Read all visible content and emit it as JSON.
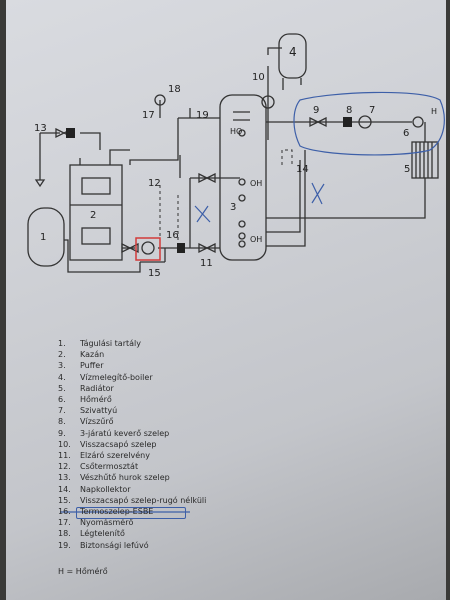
{
  "labels": {
    "n1": "1",
    "n2": "2",
    "n3": "3",
    "n4": "4",
    "n5": "5",
    "n6": "6",
    "n7": "7",
    "n8": "8",
    "n9": "9",
    "n10": "10",
    "n11": "11",
    "n12": "12",
    "n13": "13",
    "n14": "14",
    "n15": "15",
    "n16": "16",
    "n17": "17",
    "n18": "18",
    "n19": "19",
    "h": "H",
    "oh": "OH",
    "ho": "HO"
  },
  "legend": [
    {
      "num": "1.",
      "text": "Tágulási tartály"
    },
    {
      "num": "2.",
      "text": "Kazán"
    },
    {
      "num": "3.",
      "text": "Puffer"
    },
    {
      "num": "4.",
      "text": "Vízmelegítő-boiler"
    },
    {
      "num": "5.",
      "text": "Radiátor"
    },
    {
      "num": "6.",
      "text": "Hőmérő"
    },
    {
      "num": "7.",
      "text": "Szivattyú"
    },
    {
      "num": "8.",
      "text": "Vízszűrő"
    },
    {
      "num": "9.",
      "text": "3-járatú keverő szelep"
    },
    {
      "num": "10.",
      "text": "Visszacsapó szelep"
    },
    {
      "num": "11.",
      "text": "Elzáró szerelvény"
    },
    {
      "num": "12.",
      "text": "Csőtermosztát"
    },
    {
      "num": "13.",
      "text": "Vészhűtő hurok szelep"
    },
    {
      "num": "14.",
      "text": "Napkollektor"
    },
    {
      "num": "15.",
      "text": "Visszacsapó szelep-rugó nélküli"
    },
    {
      "num": "16.",
      "text": "Termoszelep-ESBE"
    },
    {
      "num": "17.",
      "text": "Nyomásmérő"
    },
    {
      "num": "18.",
      "text": "Légtelenítő"
    },
    {
      "num": "19.",
      "text": "Biztonsági lefúvó"
    }
  ],
  "note": "H = Hőmérő",
  "colors": {
    "ink": "#333333",
    "pen_blue": "#3d5fa8",
    "pen_red": "#d23a3a",
    "paper": "#d5d7dc"
  }
}
